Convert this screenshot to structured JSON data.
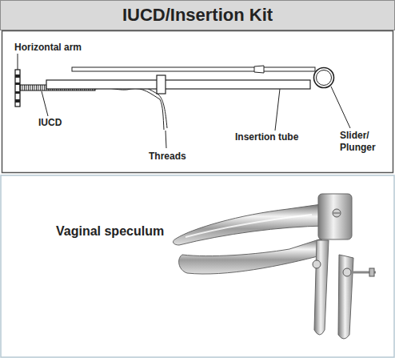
{
  "diagram": {
    "title": "IUCD/Insertion Kit",
    "labels": [
      "Horizontal arm",
      "IUCD",
      "Threads",
      "Insertion tube",
      "Slider/ Plunger",
      "Vaginal speculum"
    ]
  }
}
